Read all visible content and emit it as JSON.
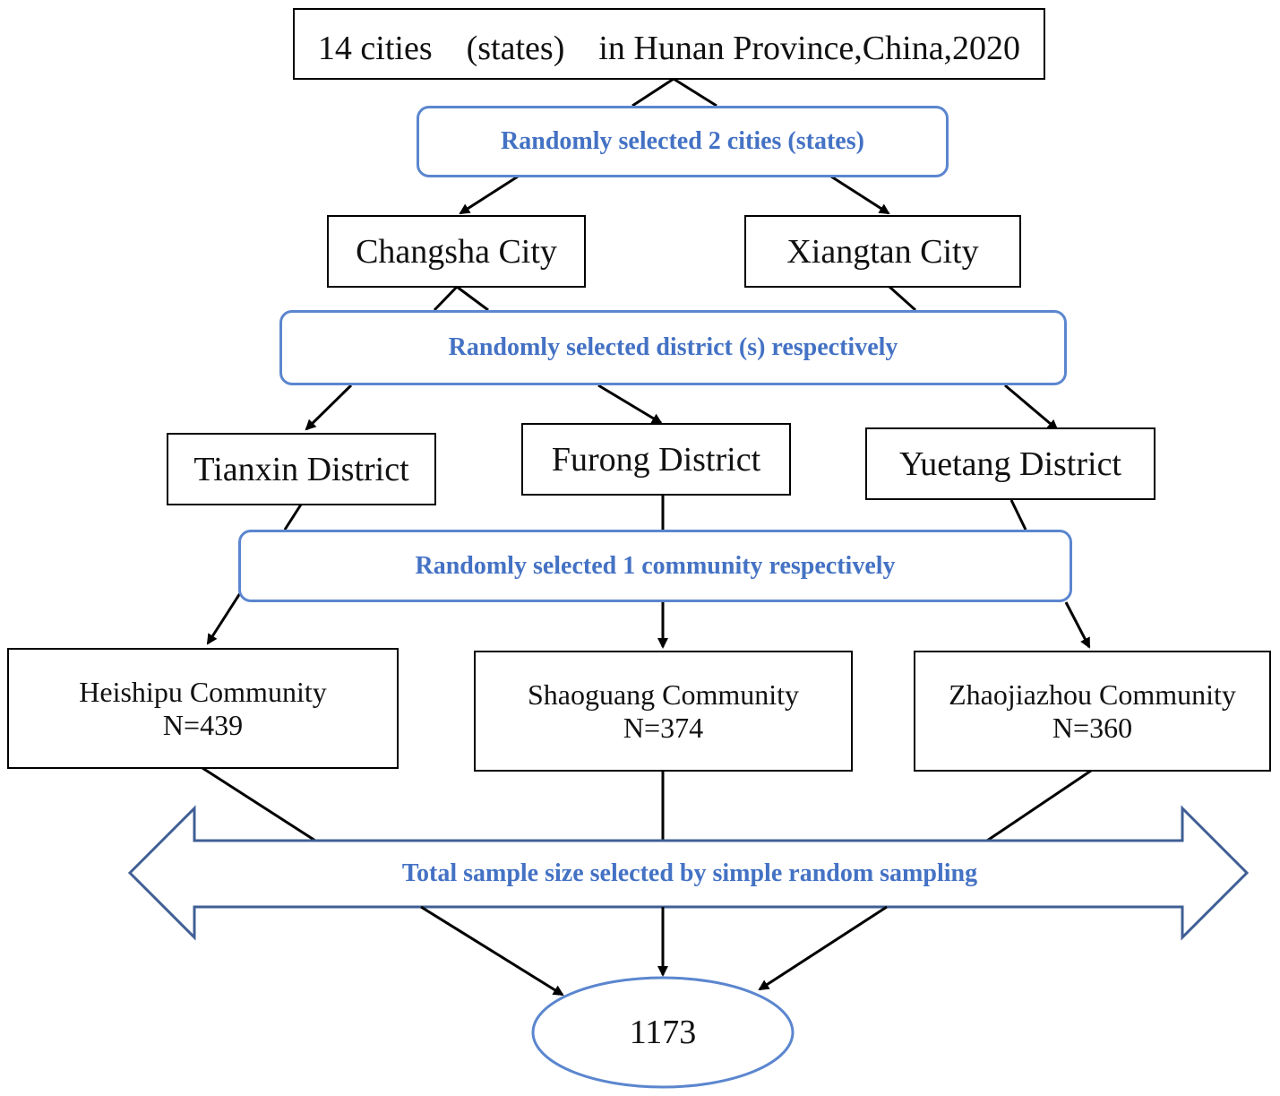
{
  "colors": {
    "accent": "#4472c4",
    "accent_border": "#5b86cf",
    "arrow_outline": "#3f5f95",
    "line": "#000000"
  },
  "top_box": {
    "label": "14 cities　(states)　in Hunan Province,China,2020"
  },
  "steps": {
    "select_cities": "Randomly selected 2 cities (states)",
    "select_districts": "Randomly selected district (s) respectively",
    "select_communities": "Randomly selected 1 community respectively"
  },
  "cities": [
    {
      "label": "Changsha City"
    },
    {
      "label": "Xiangtan City"
    }
  ],
  "districts": [
    {
      "label": "Tianxin District"
    },
    {
      "label": "Furong District"
    },
    {
      "label": "Yuetang District"
    }
  ],
  "communities": [
    {
      "name": "Heishipu Community",
      "n": "N=439"
    },
    {
      "name": "Shaoguang Community",
      "n": "N=374"
    },
    {
      "name": "Zhaojiazhou Community",
      "n": "N=360"
    }
  ],
  "total_arrow": {
    "label": "Total sample size selected by simple random sampling"
  },
  "total": {
    "value": "1173"
  }
}
